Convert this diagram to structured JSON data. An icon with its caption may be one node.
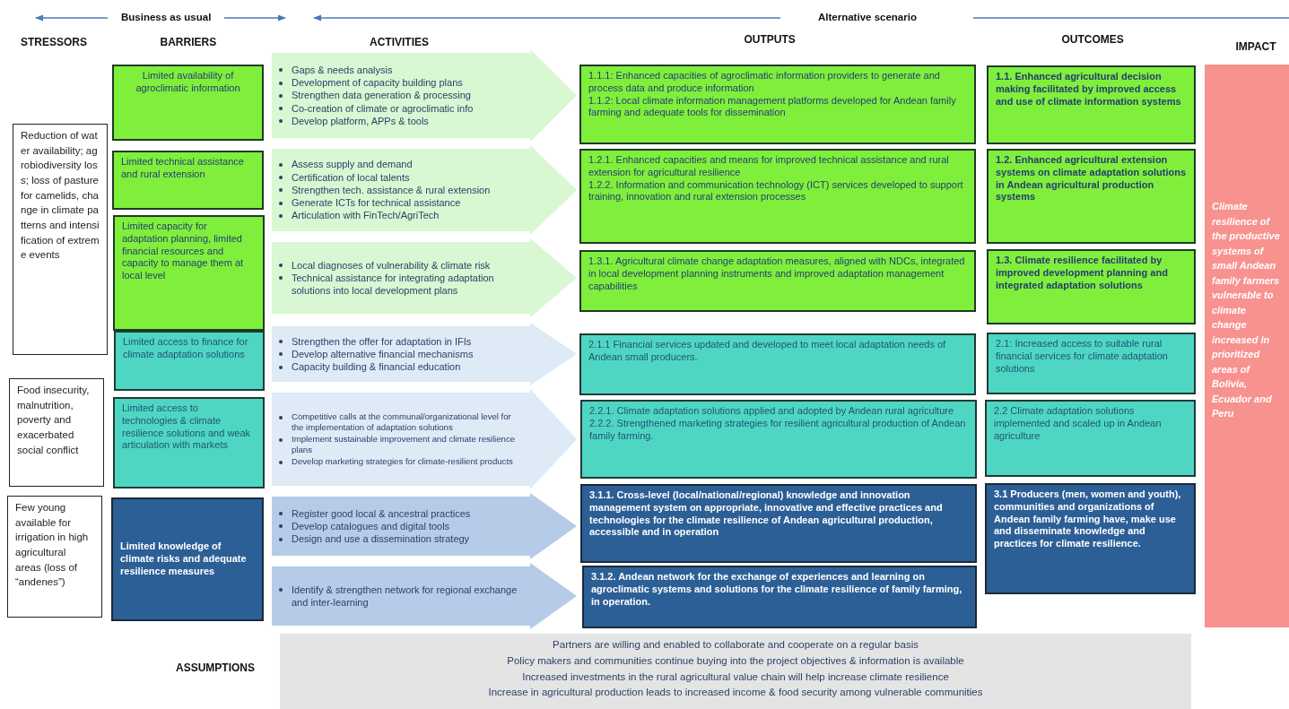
{
  "diagram": {
    "nodes": [
      {
        "text": [
          "Reduction of water availability; agrobiodiversity loss; loss of pasture for camelids, change in climate patterns and intensification of extreme events"
        ]
      },
      {
        "text": [
          "Food insecurity, malnutrition, poverty and exacerbated social conflict"
        ]
      },
      {
        "text": [
          "Few young available for irrigation in high agricultural areas (loss of “andenes”)"
        ]
      },
      {
        "text": [
          "Limited availability of agroclimatic information"
        ]
      },
      {
        "text": [
          "Limited technical assistance and rural extension"
        ]
      },
      {
        "text": [
          "Limited capacity for adaptation planning, limited financial resources and capacity to manage them at local level"
        ]
      },
      {
        "text": [
          "Limited access to finance for climate adaptation solutions"
        ]
      },
      {
        "text": [
          "Limited access to technologies & climate resilience solutions and weak articulation with markets"
        ]
      },
      {
        "text": [
          "Limited knowledge of climate risks and adequate resilience measures"
        ]
      },
      {
        "text": [
          "Gaps & needs analysis",
          "Development of capacity building plans",
          "Strengthen data generation & processing",
          "Co-creation of climate or agroclimatic info",
          "Develop platform, APPs & tools"
        ]
      },
      {
        "text": [
          "Assess supply and demand",
          "Certification of local talents",
          "Strengthen tech. assistance & rural extension",
          "Generate ICTs for technical assistance",
          "Articulation with FinTech/AgriTech"
        ]
      },
      {
        "text": [
          "Local diagnoses of vulnerability & climate risk",
          "Technical assistance for integrating adaptation solutions into local development plans"
        ]
      },
      {
        "text": [
          "Strengthen the offer for adaptation in IFIs",
          "Develop alternative financial mechanisms",
          "Capacity building & financial education"
        ]
      },
      {
        "text": [
          "Competitive calls at the communal/organizational level for the implementation of adaptation solutions",
          "Implement sustainable improvement and climate resilience plans",
          "Develop marketing strategies for climate-resilient products"
        ]
      },
      {
        "text": [
          "Register good local & ancestral practices",
          "Develop catalogues and digital tools",
          "Design and use a dissemination strategy"
        ]
      },
      {
        "text": [
          "Identify & strengthen network for regional exchange and inter-learning"
        ]
      },
      {
        "text": [
          "1.1.1: Enhanced capacities of agroclimatic information providers to generate and process data and produce information",
          "1.1.2: Local climate information management platforms developed for Andean family farming and adequate tools for dissemination"
        ]
      },
      {
        "text": [
          "1.2.1. Enhanced capacities and means for improved technical assistance and rural extension for agricultural resilience",
          "1.2.2. Information and communication technology (ICT) services developed to support training, innovation and rural extension processes"
        ]
      },
      {
        "text": [
          "1.3.1. Agricultural climate change adaptation measures, aligned with NDCs, integrated in local development planning instruments and improved adaptation management capabilities"
        ]
      },
      {
        "text": [
          "2.1.1 Financial services updated and developed to meet local adaptation needs of Andean small producers."
        ]
      },
      {
        "text": [
          "2.2.1. Climate adaptation solutions applied and adopted by Andean rural agriculture",
          "2.2.2. Strengthened marketing strategies for resilient agricultural production of Andean family farming."
        ]
      },
      {
        "text": [
          "3.1.1. Cross-level (local/national/regional) knowledge and innovation management system on appropriate, innovative and effective practices and technologies for the climate resilience of Andean agricultural production, accessible and in operation"
        ]
      },
      {
        "text": [
          "3.1.2. Andean network for the exchange of experiences and learning on agroclimatic systems and solutions for the climate resilience of family farming, in operation."
        ]
      },
      {
        "text": [
          "1.1. Enhanced agricultural decision making facilitated by improved access and use of climate information systems"
        ]
      },
      {
        "text": [
          "1.2. Enhanced agricultural extension systems on climate adaptation solutions in Andean agricultural production systems"
        ]
      },
      {
        "text": [
          "1.3. Climate resilience facilitated by improved development planning and integrated adaptation solutions"
        ]
      },
      {
        "text": [
          "2.1: Increased access to suitable rural financial services for climate adaptation solutions"
        ]
      },
      {
        "text": [
          "2.2 Climate adaptation solutions implemented and scaled up in Andean agriculture"
        ]
      },
      {
        "text": [
          "3.1 Producers (men, women and youth), communities and organizations of Andean family farming have, make use and disseminate knowledge and practices for climate resilience."
        ]
      },
      {
        "text": [
          "Climate resilience of the productive systems of small Andean family farmers vulnerable to climate change increased in prioritized areas of Bolivia, Ecuador and Peru"
        ]
      },
      {
        "text": [
          "Partners are willing and enabled to collaborate and cooperate on a regular basis",
          "Policy makers and communities continue buying into the project objectives & information is available",
          "Increased investments in the rural agricultural value chain will help increase climate resilience",
          "Increase in agricultural production leads to increased income & food security among vulnerable communities"
        ]
      }
    ],
    "labels": [
      "Business as usual",
      "Alternative scenario",
      "STRESSORS",
      "BARRIERS",
      "ACTIVITIES",
      "OUTPUTS",
      "OUTCOMES",
      "IMPACT",
      "ASSUMPTIONS"
    ]
  }
}
